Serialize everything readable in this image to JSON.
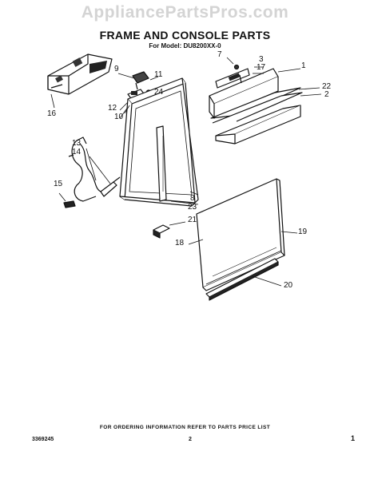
{
  "watermark": "AppliancePartsPros.com",
  "header": {
    "title": "FRAME AND CONSOLE PARTS",
    "model": "For Model: DU8200XX-0"
  },
  "parts": {
    "p1": "1",
    "p2": "2",
    "p3": "3",
    "p7": "7",
    "p8": "8",
    "p9": "9",
    "p10": "10",
    "p11": "11",
    "p12": "12",
    "p13": "13",
    "p14": "14",
    "p15": "15",
    "p16": "16",
    "p17": "17",
    "p18": "18",
    "p19": "19",
    "p20": "20",
    "p21": "21",
    "p22": "22",
    "p23": "23",
    "p24": "24"
  },
  "footer": {
    "note": "FOR ORDERING INFORMATION REFER TO PARTS PRICE LIST",
    "doc_number": "3369245",
    "page_number": "2",
    "corner_mark": "1"
  }
}
